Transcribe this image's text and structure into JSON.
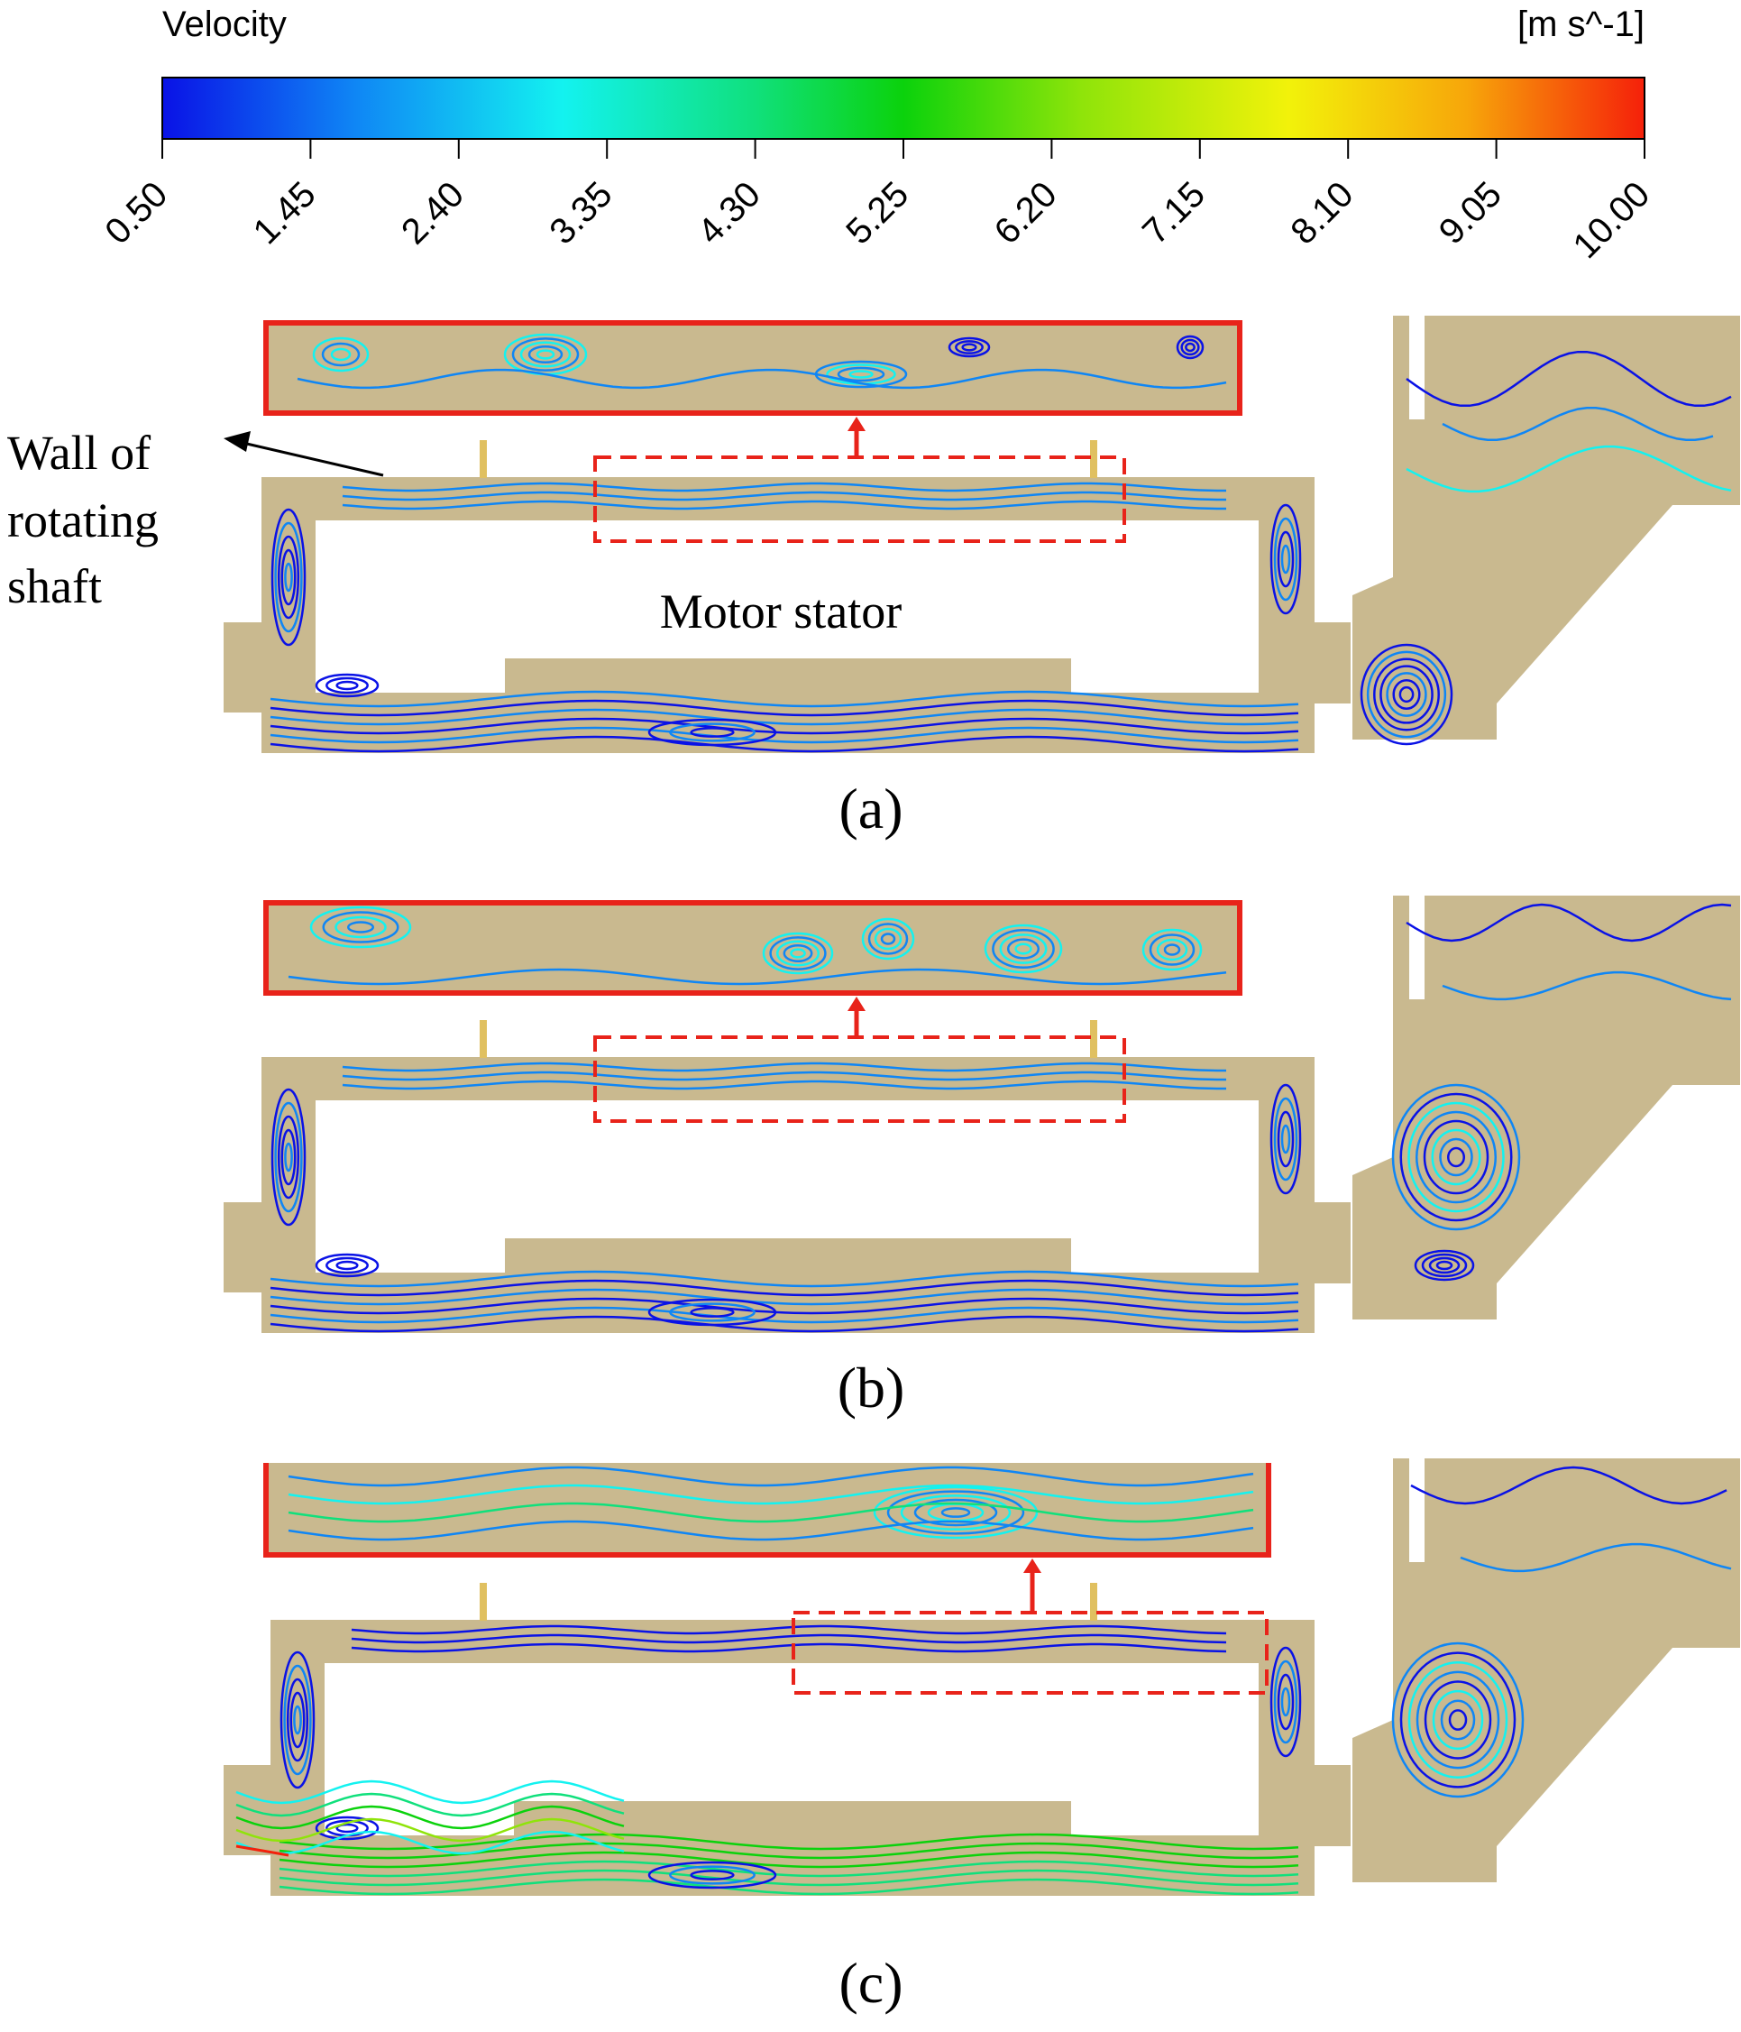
{
  "colorbar": {
    "title": "Velocity",
    "unit": "[m s^-1]",
    "ticks": [
      "0.50",
      "1.45",
      "2.40",
      "3.35",
      "4.30",
      "5.25",
      "6.20",
      "7.15",
      "8.10",
      "9.05",
      "10.00"
    ],
    "range": [
      0.5,
      10.0
    ],
    "colors": [
      "#0a12e6",
      "#0f86f5",
      "#13f2f0",
      "#10e07c",
      "#0bd20c",
      "#8fe40a",
      "#f2f20a",
      "#f7a60a",
      "#f5200a"
    ]
  },
  "annotations": {
    "wall_label_line1": "Wall of",
    "wall_label_line2": "rotating",
    "wall_label_line3": "shaft",
    "stator_label": "Motor stator"
  },
  "panels": [
    {
      "label": "(a)",
      "letter": "a"
    },
    {
      "label": "(b)",
      "letter": "b"
    },
    {
      "label": "(c)",
      "letter": "c"
    }
  ],
  "style": {
    "fluid_color": "#c9b98f",
    "highlight_color": "#e8231a",
    "label_color": "#000000"
  }
}
